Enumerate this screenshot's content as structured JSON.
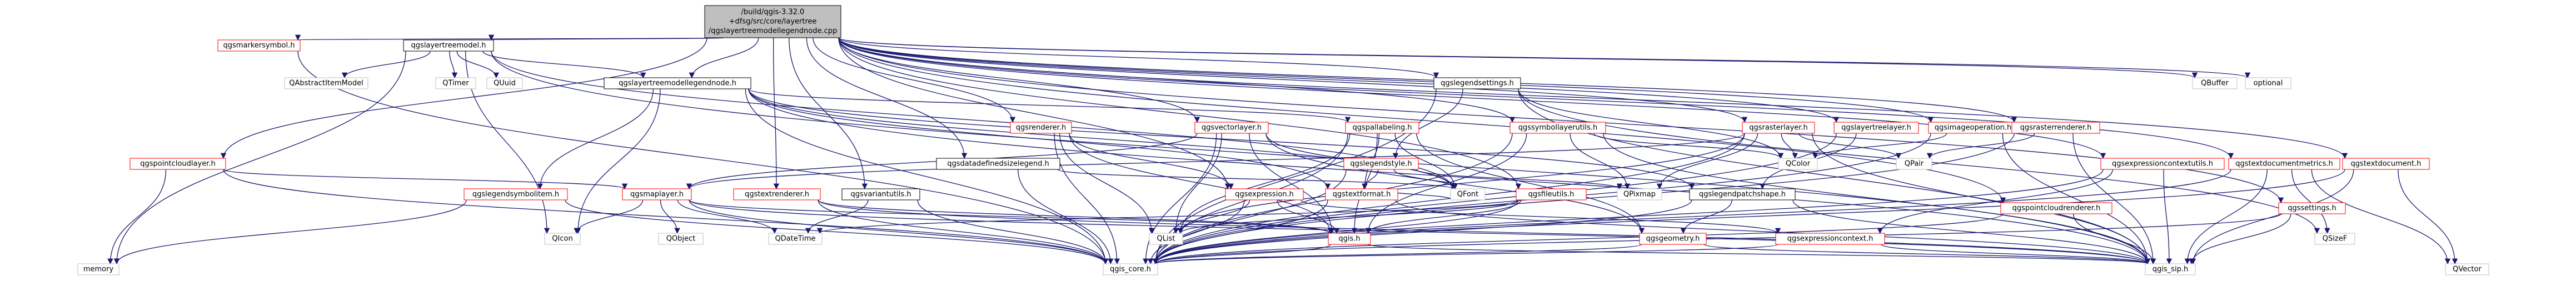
{
  "colors": {
    "root_fill": "#bfbfbf",
    "node_fill": "#ffffff",
    "border_red": "#ff0000",
    "border_black": "#000000",
    "border_grey": "#bfbfbf",
    "text": "#000000",
    "edge": "#191970"
  },
  "nodes": [
    {
      "id": "root",
      "lines": [
        "/build/qgis-3.32.0",
        "+dfsg/src/core/layertree",
        "/qgslayertreemodellegendnode.cpp"
      ],
      "style": "root"
    },
    {
      "id": "qgsmarkersymbol",
      "lines": [
        "qgsmarkersymbol.h"
      ],
      "style": "red"
    },
    {
      "id": "qgslayertreemodel",
      "lines": [
        "qgslayertreemodel.h"
      ],
      "style": "black"
    },
    {
      "id": "qgspointcloudlayer",
      "lines": [
        "qgspointcloudlayer.h"
      ],
      "style": "red"
    },
    {
      "id": "qgslayertreemodellegendnode",
      "lines": [
        "qgslayertreemodellegendnode.h"
      ],
      "style": "black"
    },
    {
      "id": "qgsdatadefinedsizelegend",
      "lines": [
        "qgsdatadefinedsizelegend.h"
      ],
      "style": "black"
    },
    {
      "id": "qgslegendsettings",
      "lines": [
        "qgslegendsettings.h"
      ],
      "style": "black"
    },
    {
      "id": "QBuffer",
      "lines": [
        "QBuffer"
      ],
      "style": "grey"
    },
    {
      "id": "optional",
      "lines": [
        "optional"
      ],
      "style": "grey"
    },
    {
      "id": "QAbstractItemModel",
      "lines": [
        "QAbstractItemModel"
      ],
      "style": "grey"
    },
    {
      "id": "QTimer",
      "lines": [
        "QTimer"
      ],
      "style": "grey"
    },
    {
      "id": "QUuid",
      "lines": [
        "QUuid"
      ],
      "style": "grey"
    },
    {
      "id": "qgsrenderer",
      "lines": [
        "qgsrenderer.h"
      ],
      "style": "red"
    },
    {
      "id": "qgsvectorlayer",
      "lines": [
        "qgsvectorlayer.h"
      ],
      "style": "red"
    },
    {
      "id": "qgspallabeling",
      "lines": [
        "qgspallabeling.h"
      ],
      "style": "red"
    },
    {
      "id": "qgssymbollayerutils",
      "lines": [
        "qgssymbollayerutils.h"
      ],
      "style": "red"
    },
    {
      "id": "qgslegendstyle",
      "lines": [
        "qgslegendstyle.h"
      ],
      "style": "red"
    },
    {
      "id": "qgsrasterlayer",
      "lines": [
        "qgsrasterlayer.h"
      ],
      "style": "red"
    },
    {
      "id": "qgslayertreelayer",
      "lines": [
        "qgslayertreelayer.h"
      ],
      "style": "red"
    },
    {
      "id": "qgsimageoperation",
      "lines": [
        "qgsimageoperation.h"
      ],
      "style": "red"
    },
    {
      "id": "qgsrasterrenderer",
      "lines": [
        "qgsrasterrenderer.h"
      ],
      "style": "red"
    },
    {
      "id": "qgsexpressioncontextutils",
      "lines": [
        "qgsexpressioncontextutils.h"
      ],
      "style": "red"
    },
    {
      "id": "qgstextdocumentmetrics",
      "lines": [
        "qgstextdocumentmetrics.h"
      ],
      "style": "red"
    },
    {
      "id": "qgstextdocument",
      "lines": [
        "qgstextdocument.h"
      ],
      "style": "red"
    },
    {
      "id": "qgslegendsymbolitem",
      "lines": [
        "qgslegendsymbolitem.h"
      ],
      "style": "red"
    },
    {
      "id": "qgsmaplayer",
      "lines": [
        "qgsmaplayer.h"
      ],
      "style": "red"
    },
    {
      "id": "qgstextrenderer",
      "lines": [
        "qgstextrenderer.h"
      ],
      "style": "red"
    },
    {
      "id": "qgsvariantutils",
      "lines": [
        "qgsvariantutils.h"
      ],
      "style": "black"
    },
    {
      "id": "qgsexpression",
      "lines": [
        "qgsexpression.h"
      ],
      "style": "red"
    },
    {
      "id": "qgstextformat",
      "lines": [
        "qgstextformat.h"
      ],
      "style": "red"
    },
    {
      "id": "qgsfileutils",
      "lines": [
        "qgsfileutils.h"
      ],
      "style": "red"
    },
    {
      "id": "qgslegendpatchshape",
      "lines": [
        "qgslegendpatchshape.h"
      ],
      "style": "black"
    },
    {
      "id": "qgspointcloudrenderer",
      "lines": [
        "qgspointcloudrenderer.h"
      ],
      "style": "red"
    },
    {
      "id": "qgssettings",
      "lines": [
        "qgssettings.h"
      ],
      "style": "red"
    },
    {
      "id": "QIcon",
      "lines": [
        "QIcon"
      ],
      "style": "grey"
    },
    {
      "id": "QObject",
      "lines": [
        "QObject"
      ],
      "style": "grey"
    },
    {
      "id": "QDateTime",
      "lines": [
        "QDateTime"
      ],
      "style": "grey"
    },
    {
      "id": "QFont",
      "lines": [
        "QFont"
      ],
      "style": "grey"
    },
    {
      "id": "QPixmap",
      "lines": [
        "QPixmap"
      ],
      "style": "grey"
    },
    {
      "id": "QColor",
      "lines": [
        "QColor"
      ],
      "style": "grey"
    },
    {
      "id": "QPair",
      "lines": [
        "QPair"
      ],
      "style": "grey"
    },
    {
      "id": "QList",
      "lines": [
        "QList"
      ],
      "style": "grey"
    },
    {
      "id": "qgis",
      "lines": [
        "qgis.h"
      ],
      "style": "red"
    },
    {
      "id": "qgsgeometry",
      "lines": [
        "qgsgeometry.h"
      ],
      "style": "red"
    },
    {
      "id": "qgsexpressioncontext",
      "lines": [
        "qgsexpressioncontext.h"
      ],
      "style": "red"
    },
    {
      "id": "QSizeF",
      "lines": [
        "QSizeF"
      ],
      "style": "grey"
    },
    {
      "id": "QVector",
      "lines": [
        "QVector"
      ],
      "style": "grey"
    },
    {
      "id": "memory",
      "lines": [
        "memory"
      ],
      "style": "grey"
    },
    {
      "id": "qgis_core",
      "lines": [
        "qgis_core.h"
      ],
      "style": "grey"
    },
    {
      "id": "qgis_sip",
      "lines": [
        "qgis_sip.h"
      ],
      "style": "grey"
    }
  ]
}
